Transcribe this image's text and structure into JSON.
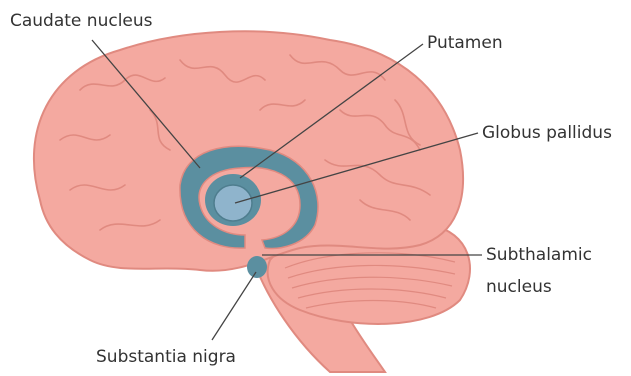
{
  "labels": {
    "caudate": "Caudate nucleus",
    "putamen": "Putamen",
    "globus": "Globus pallidus",
    "subthalamic_line1": "Subthalamic",
    "subthalamic_line2": "nucleus",
    "substantia": "Substantia nigra"
  },
  "colors": {
    "brain_fill": "#f4a9a0",
    "brain_stroke": "#e08a80",
    "basal_ganglia": "#5b8fa0",
    "globus_inner": "#8fb4cc",
    "leader_line": "#444444",
    "text": "#333333"
  }
}
